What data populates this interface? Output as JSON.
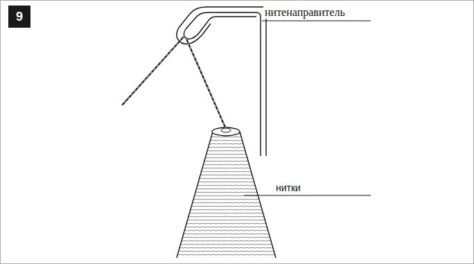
{
  "diagram": {
    "nodes": [
      {
        "text": [
          "9"
        ]
      }
    ],
    "labels": [
      "нитенаправитель",
      "нитки"
    ]
  }
}
